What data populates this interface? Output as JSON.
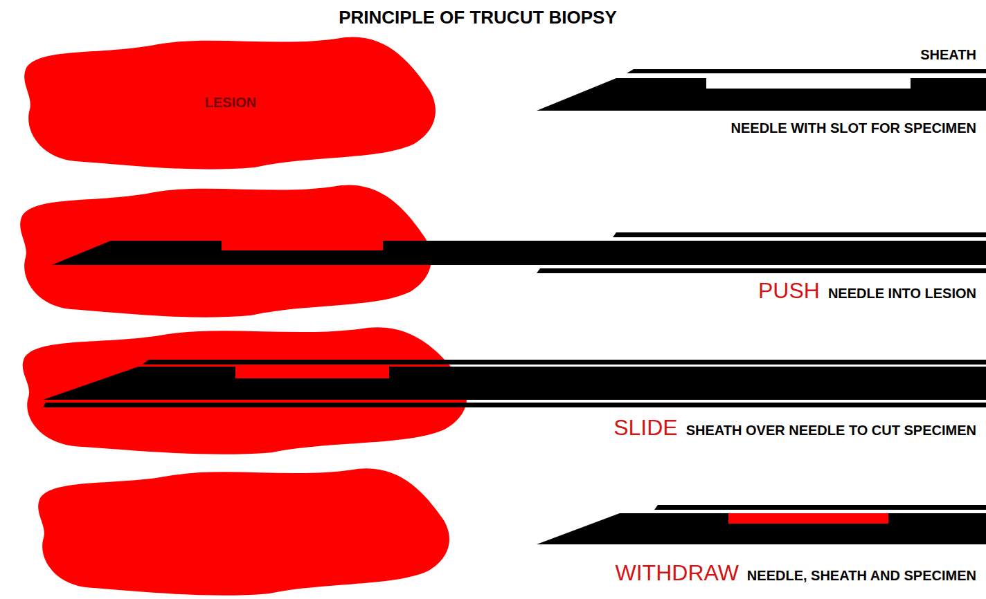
{
  "diagram": {
    "title": "PRINCIPLE OF TRUCUT BIOPSY",
    "nodes": [
      {
        "text": [
          "LESION"
        ]
      }
    ],
    "labels": [
      "SHEATH",
      "NEEDLE WITH SLOT FOR SPECIMEN",
      "PUSH",
      "NEEDLE INTO LESION",
      "SLIDE",
      "SHEATH OVER NEEDLE TO CUT SPECIMEN",
      "WITHDRAW",
      "NEEDLE, SHEATH AND SPECIMEN"
    ]
  }
}
